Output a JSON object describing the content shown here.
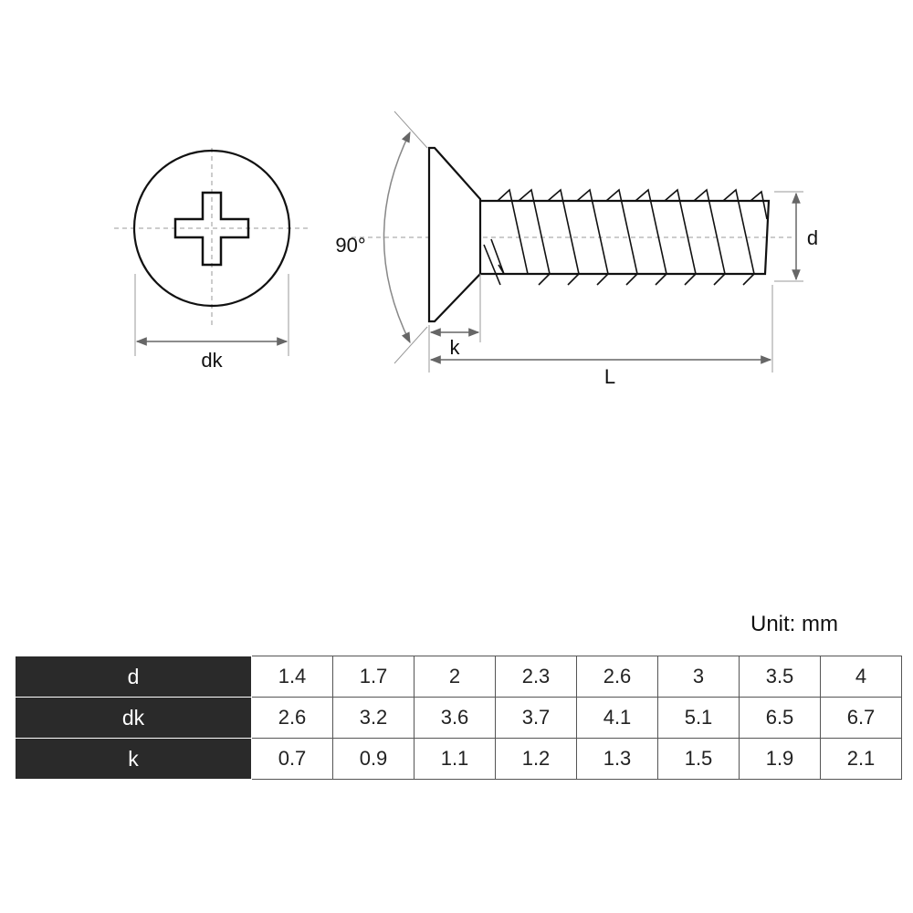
{
  "diagram": {
    "labels": {
      "angle": "90°",
      "head_diameter": "dk",
      "head_height": "k",
      "length": "L",
      "thread_diameter": "d"
    }
  },
  "unit_label": "Unit: mm",
  "table": {
    "rows": [
      {
        "name": "d",
        "values": [
          "1.4",
          "1.7",
          "2",
          "2.3",
          "2.6",
          "3",
          "3.5",
          "4"
        ]
      },
      {
        "name": "dk",
        "values": [
          "2.6",
          "3.2",
          "3.6",
          "3.7",
          "4.1",
          "5.1",
          "6.5",
          "6.7"
        ]
      },
      {
        "name": "k",
        "values": [
          "0.7",
          "0.9",
          "1.1",
          "1.2",
          "1.3",
          "1.5",
          "1.9",
          "2.1"
        ]
      }
    ]
  }
}
